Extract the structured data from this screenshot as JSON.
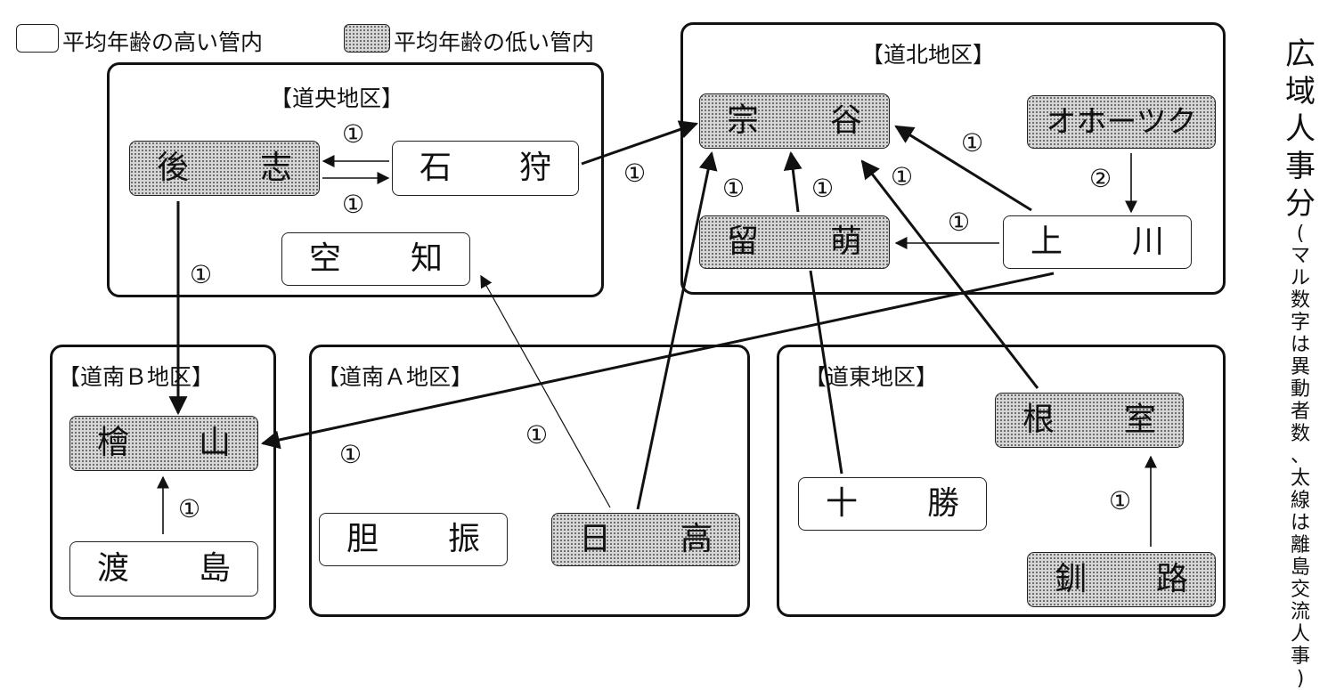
{
  "legend": {
    "high": "平均年齢の高い管内",
    "low": "平均年齢の低い管内"
  },
  "side_title": {
    "main": [
      "広",
      "域",
      "人",
      "事",
      "分"
    ],
    "note": [
      "(",
      "マ",
      "ル",
      "数",
      "字",
      "は",
      "異",
      "動",
      "者",
      "数",
      "、",
      "太",
      "線",
      "は",
      "離",
      "島",
      "交",
      "流",
      "人",
      "事",
      ")"
    ]
  },
  "regions": {
    "doou": "【道央地区】",
    "dohoku": "【道北地区】",
    "donan_b": "【道南Ｂ地区】",
    "donan_a": "【道南Ａ地区】",
    "doto": "【道東地区】"
  },
  "offices": {
    "shiribeshi": [
      "後",
      "志"
    ],
    "ishikari": [
      "石",
      "狩"
    ],
    "sorachi": [
      "空",
      "知"
    ],
    "soya": [
      "宗",
      "谷"
    ],
    "okhotsk": "オホーツク",
    "rumoi": [
      "留",
      "萌"
    ],
    "kamikawa": [
      "上",
      "川"
    ],
    "hiyama": [
      "檜",
      "山"
    ],
    "oshima": [
      "渡",
      "島"
    ],
    "iburi": [
      "胆",
      "振"
    ],
    "hidaka": [
      "日",
      "高"
    ],
    "tokachi": [
      "十",
      "勝"
    ],
    "nemuro": [
      "根",
      "室"
    ],
    "kushiro": [
      "釧",
      "路"
    ]
  },
  "flows": {
    "ishikari_to_shiribeshi": "①",
    "shiribeshi_to_ishikari": "①",
    "ishikari_to_soya": "①",
    "shiribeshi_to_hiyama": "①",
    "rumoi_to_soya": "①",
    "tokachi_to_soya": "①",
    "nemuro_to_soya": "①",
    "kamikawa_to_soya": "①",
    "okhotsk_to_kamikawa": "②",
    "kamikawa_to_rumoi": "①",
    "hidaka_to_soya": "①",
    "hidaka_to_sorachi": "①",
    "oshima_to_hiyama": "①",
    "kushiro_to_nemuro": "①",
    "iburi_label": "①"
  },
  "colors": {
    "line": "#111111",
    "low_fill": "#d6d6d6",
    "low_dots": "#555555"
  }
}
